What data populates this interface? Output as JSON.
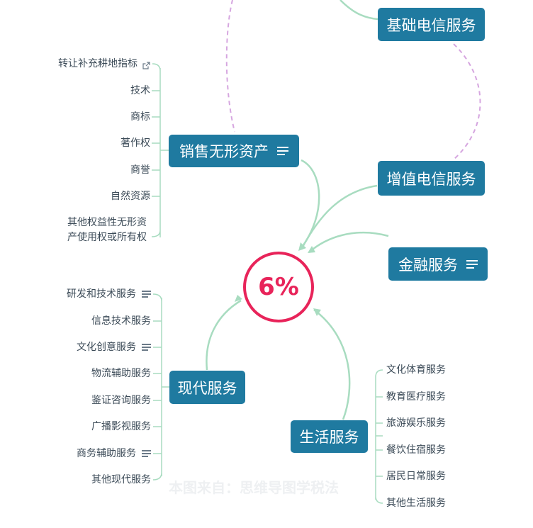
{
  "center": "6%",
  "branches": {
    "basic_telecom": "基础电信服务",
    "value_added_telecom": "增值电信服务",
    "finance": "金融服务",
    "intangible": "销售无形资产",
    "modern": "现代服务",
    "life": "生活服务"
  },
  "intangible_items": [
    "转让补充耕地指标",
    "技术",
    "商标",
    "著作权",
    "商誉",
    "自然资源",
    "其他权益性无形资产使用权或所有权"
  ],
  "modern_items": [
    "研发和技术服务",
    "信息技术服务",
    "文化创意服务",
    "物流辅助服务",
    "鉴证咨询服务",
    "广播影视服务",
    "商务辅助服务",
    "其他现代服务"
  ],
  "life_items": [
    "文化体育服务",
    "教育医疗服务",
    "旅游娱乐服务",
    "餐饮住宿服务",
    "居民日常服务",
    "其他生活服务"
  ],
  "watermark": "本图来自：思维导图学税法",
  "colors": {
    "node_fill": "#1f7aa0",
    "center_ring": "#e8245a",
    "connector": "#a8dcc0",
    "dashed_relation": "#d6a6e0"
  }
}
